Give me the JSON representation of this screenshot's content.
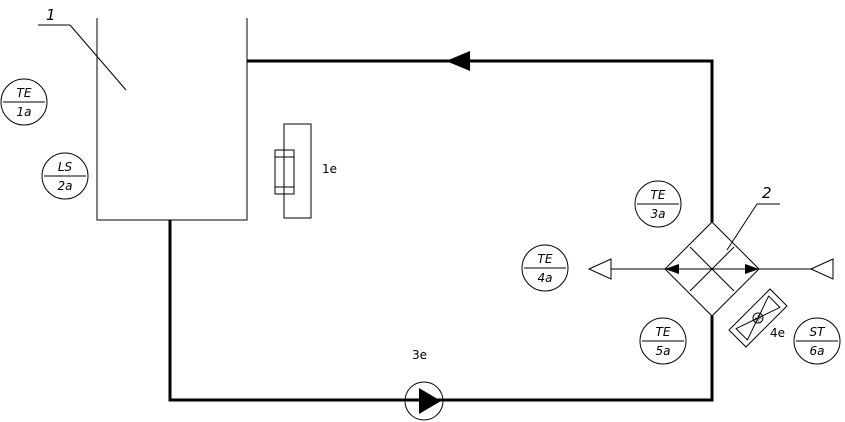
{
  "callouts": {
    "tank": "1",
    "heat_exchanger": "2"
  },
  "components": {
    "heater": "1e",
    "pump": "3e",
    "valve": "4e"
  },
  "instruments": [
    {
      "tag": "TE",
      "number": "1a"
    },
    {
      "tag": "LS",
      "number": "2a"
    },
    {
      "tag": "TE",
      "number": "3a"
    },
    {
      "tag": "TE",
      "number": "4a"
    },
    {
      "tag": "TE",
      "number": "5a"
    },
    {
      "tag": "ST",
      "number": "6a"
    }
  ]
}
